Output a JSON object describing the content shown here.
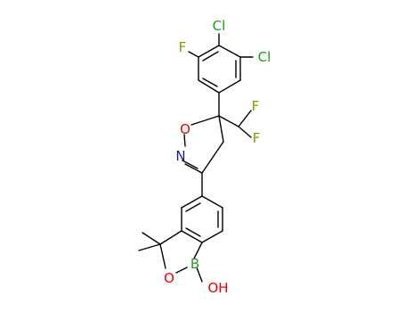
{
  "structure": {
    "atoms": {
      "cl_top": {
        "label": "Cl",
        "element": "Cl"
      },
      "cl_right": {
        "label": "Cl",
        "element": "Cl"
      },
      "f_aryl": {
        "label": "F",
        "element": "F"
      },
      "f_cf3_upper": {
        "label": "F",
        "element": "F"
      },
      "f_cf3_right": {
        "label": "F",
        "element": "F"
      },
      "o_ring": {
        "label": "O",
        "element": "O"
      },
      "n_ring": {
        "label": "N",
        "element": "N"
      },
      "b_atom": {
        "label": "B",
        "element": "B"
      },
      "o_boron_ring": {
        "label": "O",
        "element": "O"
      },
      "oh_group": {
        "label": "OH",
        "element": "O"
      }
    },
    "colors": {
      "Cl": "#1a9e1a",
      "F": "#8a9a00",
      "O": "#ee0000",
      "N": "#1a1a99",
      "B": "#2a9a2a",
      "bond": "#000000"
    }
  }
}
